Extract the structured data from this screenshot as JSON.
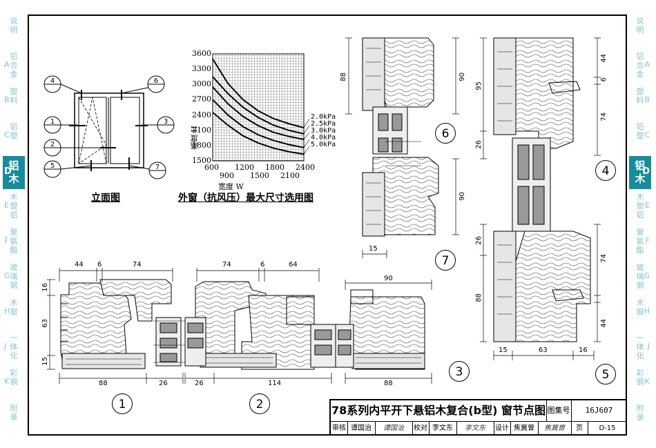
{
  "sidebar_left": [
    {
      "text": "说明",
      "code": ""
    },
    {
      "text": "铝合金",
      "code": "A"
    },
    {
      "text": "塑料",
      "code": "B"
    },
    {
      "text": "铝塑",
      "code": "C"
    },
    {
      "text": "铝木",
      "code": "D",
      "active": true
    },
    {
      "text": "木塑铝",
      "code": "E"
    },
    {
      "text": "聚氨酯",
      "code": "F"
    },
    {
      "text": "玻璃钢",
      "code": "G"
    },
    {
      "text": "木窗",
      "code": "H"
    },
    {
      "text": "一体化",
      "code": "J"
    },
    {
      "text": "彩钢",
      "code": "K"
    },
    {
      "text": "附录",
      "code": ""
    }
  ],
  "elevation": {
    "caption": "立面图",
    "callouts": [
      "4",
      "6",
      "1",
      "3",
      "2",
      "5",
      "7"
    ]
  },
  "chart_data": {
    "type": "line",
    "title": "外窗（抗风压）最大尺寸选用图",
    "xlabel": "宽度 W",
    "ylabel": "高度 H",
    "x_ticks_top": [
      "600",
      "1200",
      "1800",
      "2400"
    ],
    "x_ticks_bottom": [
      "900",
      "1500",
      "2100"
    ],
    "y_ticks": [
      "3600",
      "3300",
      "3000",
      "2700",
      "2400",
      "2100",
      "1800",
      "1500"
    ],
    "xlim": [
      600,
      2400
    ],
    "ylim": [
      1500,
      3600
    ],
    "grid": true,
    "series": [
      {
        "name": "2.0kPa",
        "x": [
          600,
          900,
          1200,
          1500,
          1800,
          2100,
          2400
        ],
        "y": [
          3500,
          3020,
          2700,
          2480,
          2330,
          2230,
          2150
        ]
      },
      {
        "name": "2.5kPa",
        "x": [
          600,
          900,
          1200,
          1500,
          1800,
          2100,
          2400
        ],
        "y": [
          3150,
          2820,
          2550,
          2350,
          2200,
          2100,
          2030
        ]
      },
      {
        "name": "3.0kPa",
        "x": [
          600,
          900,
          1200,
          1500,
          1800,
          2100,
          2400
        ],
        "y": [
          2950,
          2620,
          2370,
          2190,
          2060,
          1980,
          1920
        ]
      },
      {
        "name": "4.0kPa",
        "x": [
          600,
          900,
          1200,
          1500,
          1800,
          2100,
          2400
        ],
        "y": [
          2700,
          2400,
          2170,
          2010,
          1900,
          1820,
          1760
        ]
      },
      {
        "name": "5.0kPa",
        "x": [
          600,
          900,
          1200,
          1500,
          1800,
          2100,
          2400
        ],
        "y": [
          2450,
          2200,
          1990,
          1850,
          1750,
          1680,
          1630
        ]
      }
    ]
  },
  "details": {
    "d1": {
      "label": "1",
      "dims_top": [
        "44",
        "6",
        "74"
      ],
      "dims_bottom": [
        "88",
        "26"
      ],
      "dims_left": [
        "16",
        "63",
        "15"
      ]
    },
    "d2": {
      "label": "2",
      "dims_top": [
        "74",
        "6",
        "64"
      ],
      "dims_bottom": [
        "26",
        "114"
      ]
    },
    "d3": {
      "label": "3",
      "dims_top": [
        "90"
      ],
      "dims_bottom": [
        "88"
      ]
    },
    "d6": {
      "label": "6",
      "dims": [
        "88",
        "90"
      ]
    },
    "d7": {
      "label": "7",
      "dims": [
        "90",
        "15"
      ]
    },
    "d4": {
      "label": "4",
      "dims": [
        "95",
        "26",
        "44",
        "6",
        "74"
      ]
    },
    "d5": {
      "label": "5",
      "dims": [
        "26",
        "88",
        "74",
        "44",
        "15",
        "63",
        "16"
      ]
    }
  },
  "title_block": {
    "title": "78系列内平开下悬铝木复合(b型) 窗节点图",
    "atlas_label": "图集号",
    "atlas_no": "16J607",
    "review_label": "审核",
    "reviewer": "谭国治",
    "reviewer_sig": "谭国治",
    "check_label": "校对",
    "checker": "李文东",
    "checker_sig": "李文东",
    "design_label": "设计",
    "designer": "焦冀曾",
    "designer_sig": "焦冀曾",
    "page_label": "页",
    "page_no": "D-15"
  }
}
